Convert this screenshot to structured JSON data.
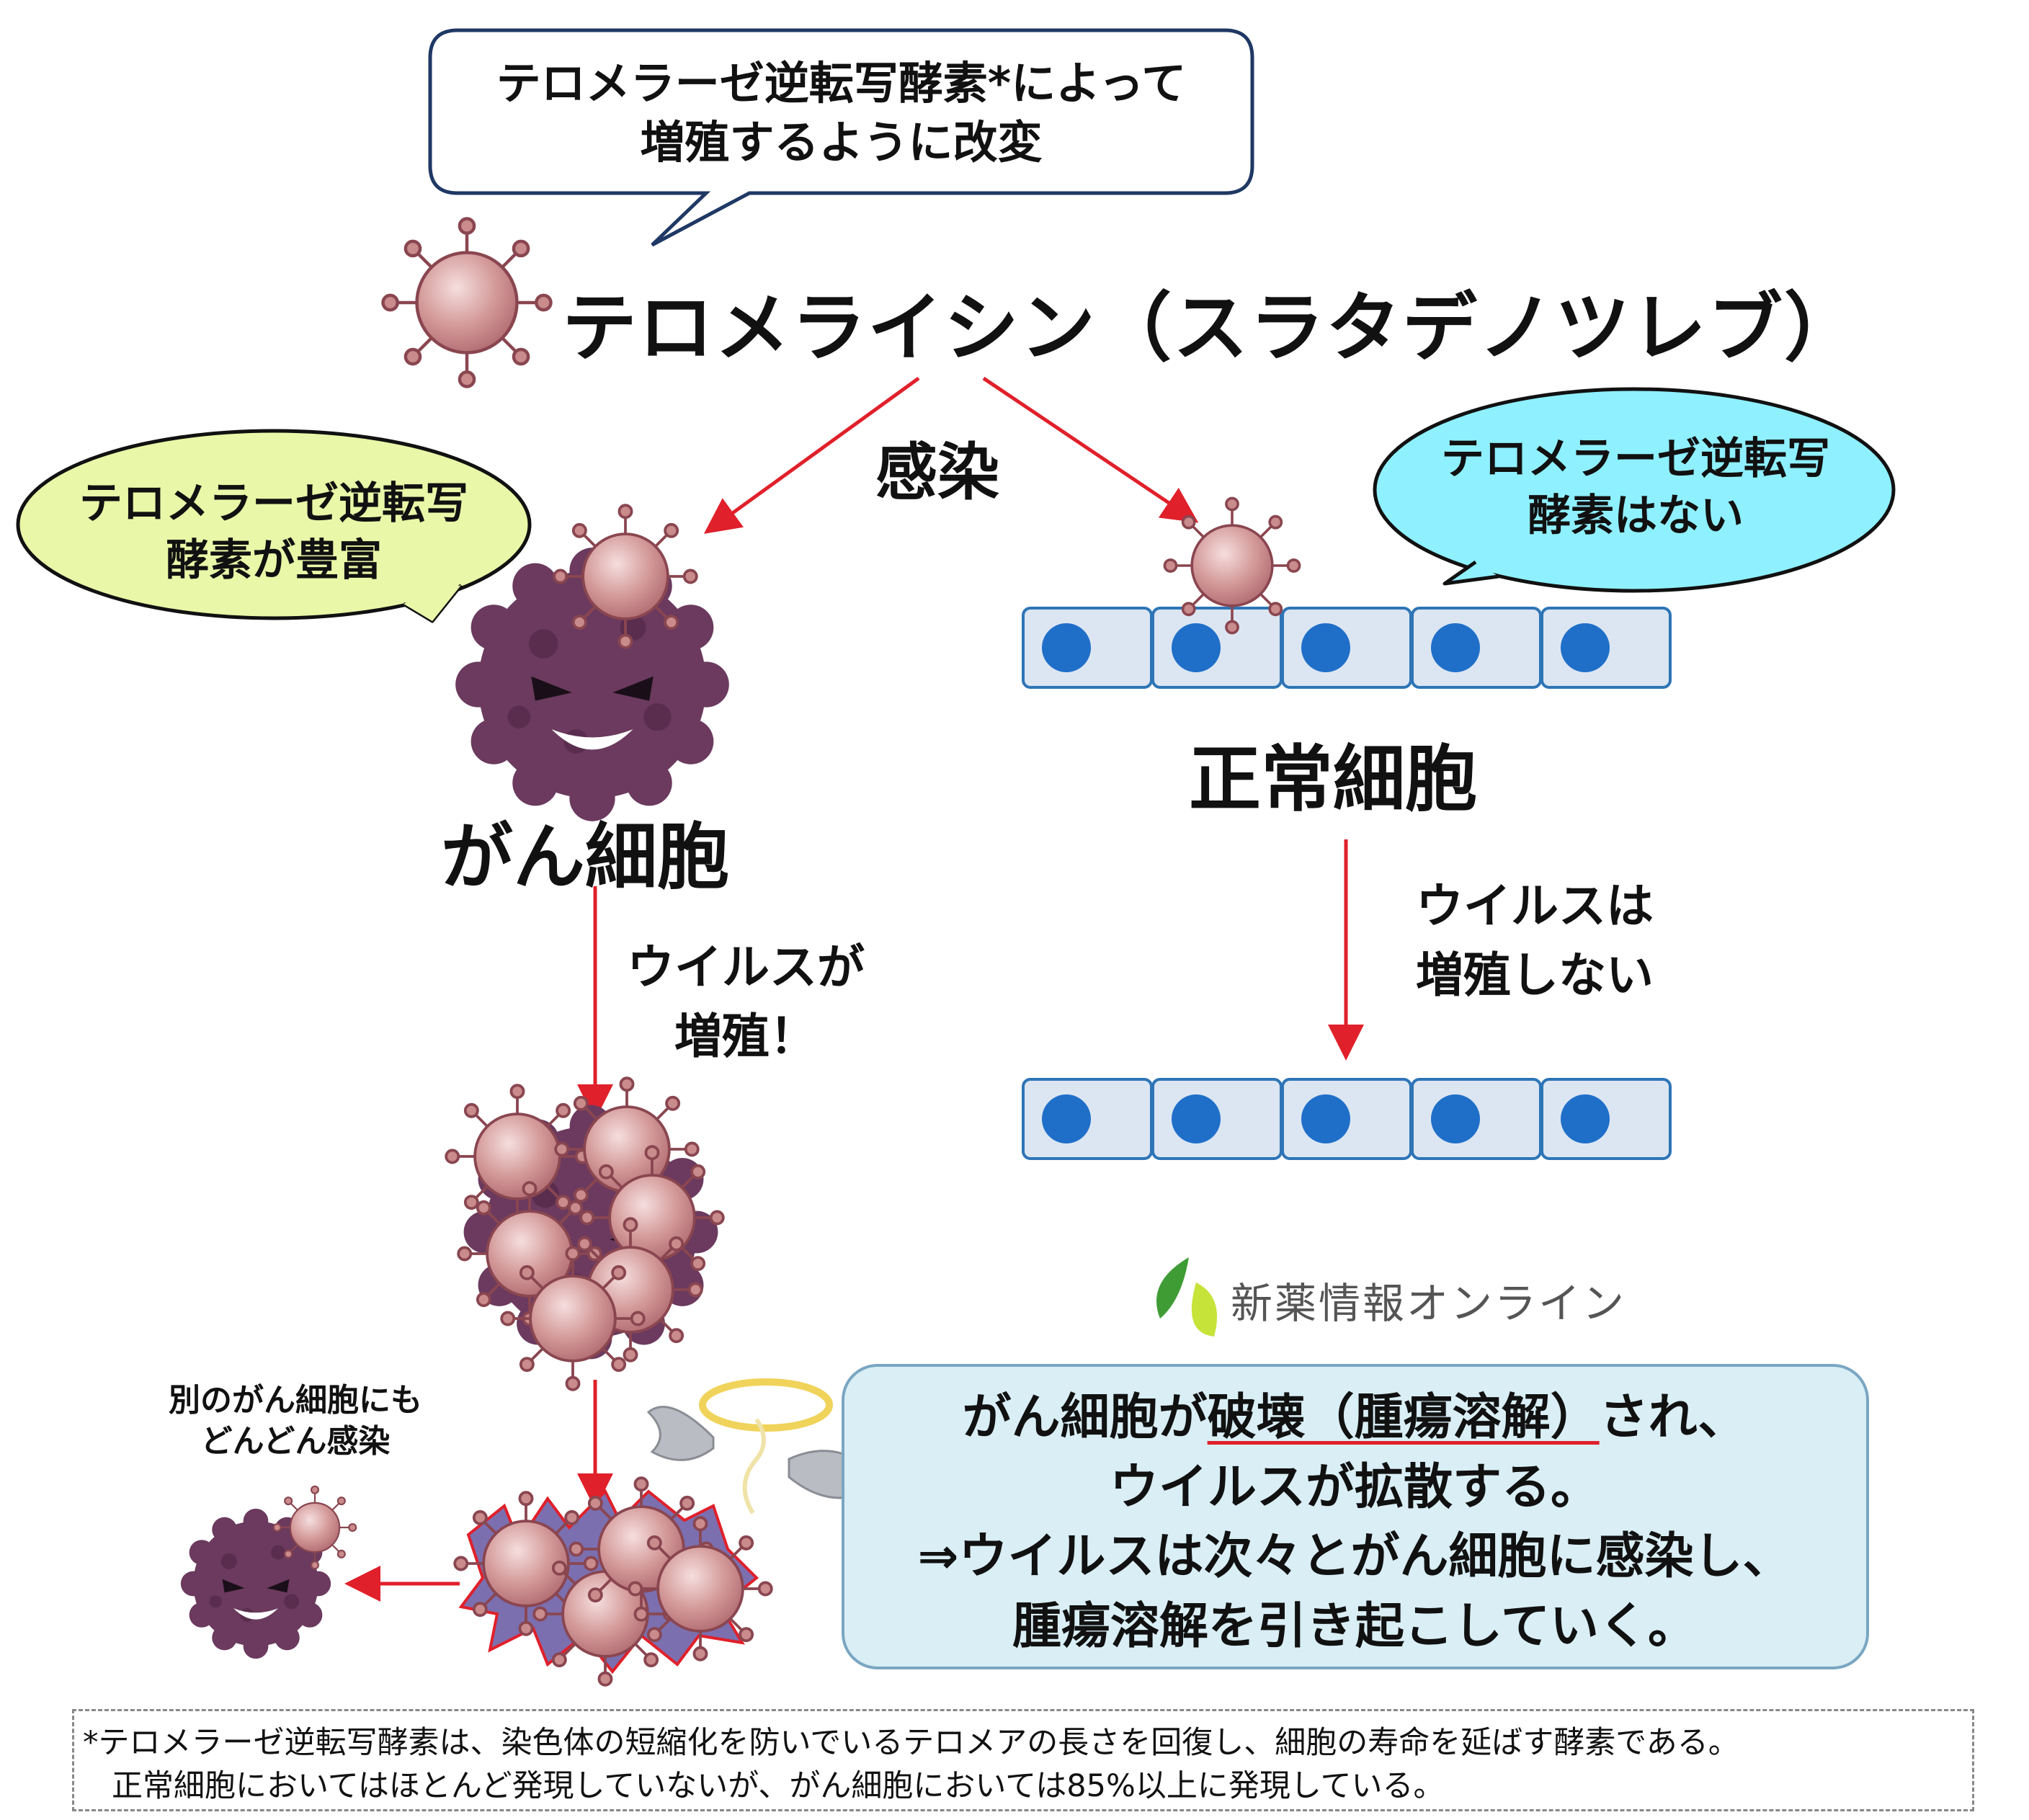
{
  "modification_bubble": {
    "line1": "テロメラーゼ逆転写酵素*によって",
    "line2": "増殖するように改変"
  },
  "virus_name": "テロメライシン（スラタデノツレブ）",
  "infection_label": "感染",
  "cancer_branch": {
    "bubble_line1": "テロメラーゼ逆転写",
    "bubble_line2": "酵素が豊富",
    "cell_label": "がん細胞",
    "step_line1": "ウイルスが",
    "step_line2": "増殖！",
    "spread_line1": "別のがん細胞にも",
    "spread_line2": "どんどん感染"
  },
  "normal_branch": {
    "bubble_line1": "テロメラーゼ逆転写",
    "bubble_line2": "酵素はない",
    "cell_label": "正常細胞",
    "step_line1": "ウイルスは",
    "step_line2": "増殖しない"
  },
  "logo": {
    "text": "新薬情報オンライン"
  },
  "result_box": {
    "line1_pre": "がん細胞が",
    "line1_underlined": "破壊（腫瘍溶解）",
    "line1_post": "され、",
    "line2": "ウイルスが拡散する。",
    "line3": "⇒ウイルスは次々とがん細胞に感染し、",
    "line4": "腫瘍溶解を引き起こしていく。"
  },
  "footnote": {
    "line1": "*テロメラーゼ逆転写酵素は、染色体の短縮化を防いでいるテロメアの長さを回復し、細胞の寿命を延ばす酵素である。",
    "line2": "正常細胞においてはほとんど発現していないが、がん細胞においては85%以上に発現している。"
  },
  "colors": {
    "arrow": "#e0202a",
    "virus_fill": "#c98b8b",
    "virus_outline": "#8a4650",
    "cancer_cell": "#6b3a5e",
    "normal_cell_fill": "#dce6f2",
    "normal_cell_outline": "#2e75b6",
    "nucleus": "#1f6fc9",
    "bubble_green": "#e9f7a8",
    "bubble_cyan": "#8ff0ff",
    "result_box": "#d9eef5"
  }
}
